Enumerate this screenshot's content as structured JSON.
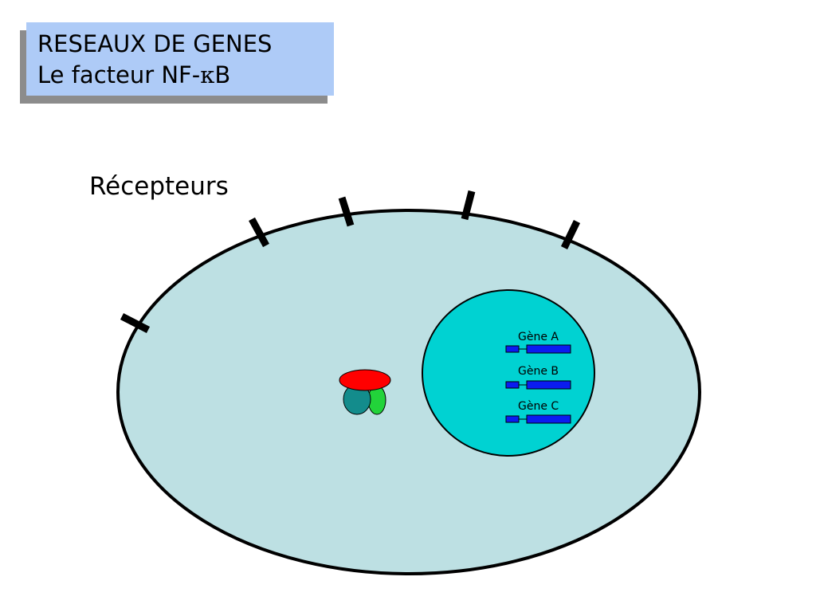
{
  "title": {
    "line1": "RESEAUX DE GENES",
    "line2_prefix": "Le facteur NF-",
    "line2_kappa": "κ",
    "line2_suffix": "B"
  },
  "labels": {
    "receptors": "Récepteurs"
  },
  "genes": [
    {
      "label": "Gène A"
    },
    {
      "label": "Gène B"
    },
    {
      "label": "Gène C"
    }
  ],
  "colors": {
    "title_bg": "#aecbf7",
    "title_shadow": "#8c8c8c",
    "cytoplasm": "#bde0e3",
    "nucleus": "#00d2d2",
    "gene_blue": "#0b1cf0",
    "nfkb_red": "#ff0000",
    "nfkb_teal": "#138c8c",
    "nfkb_green": "#22d33a"
  }
}
